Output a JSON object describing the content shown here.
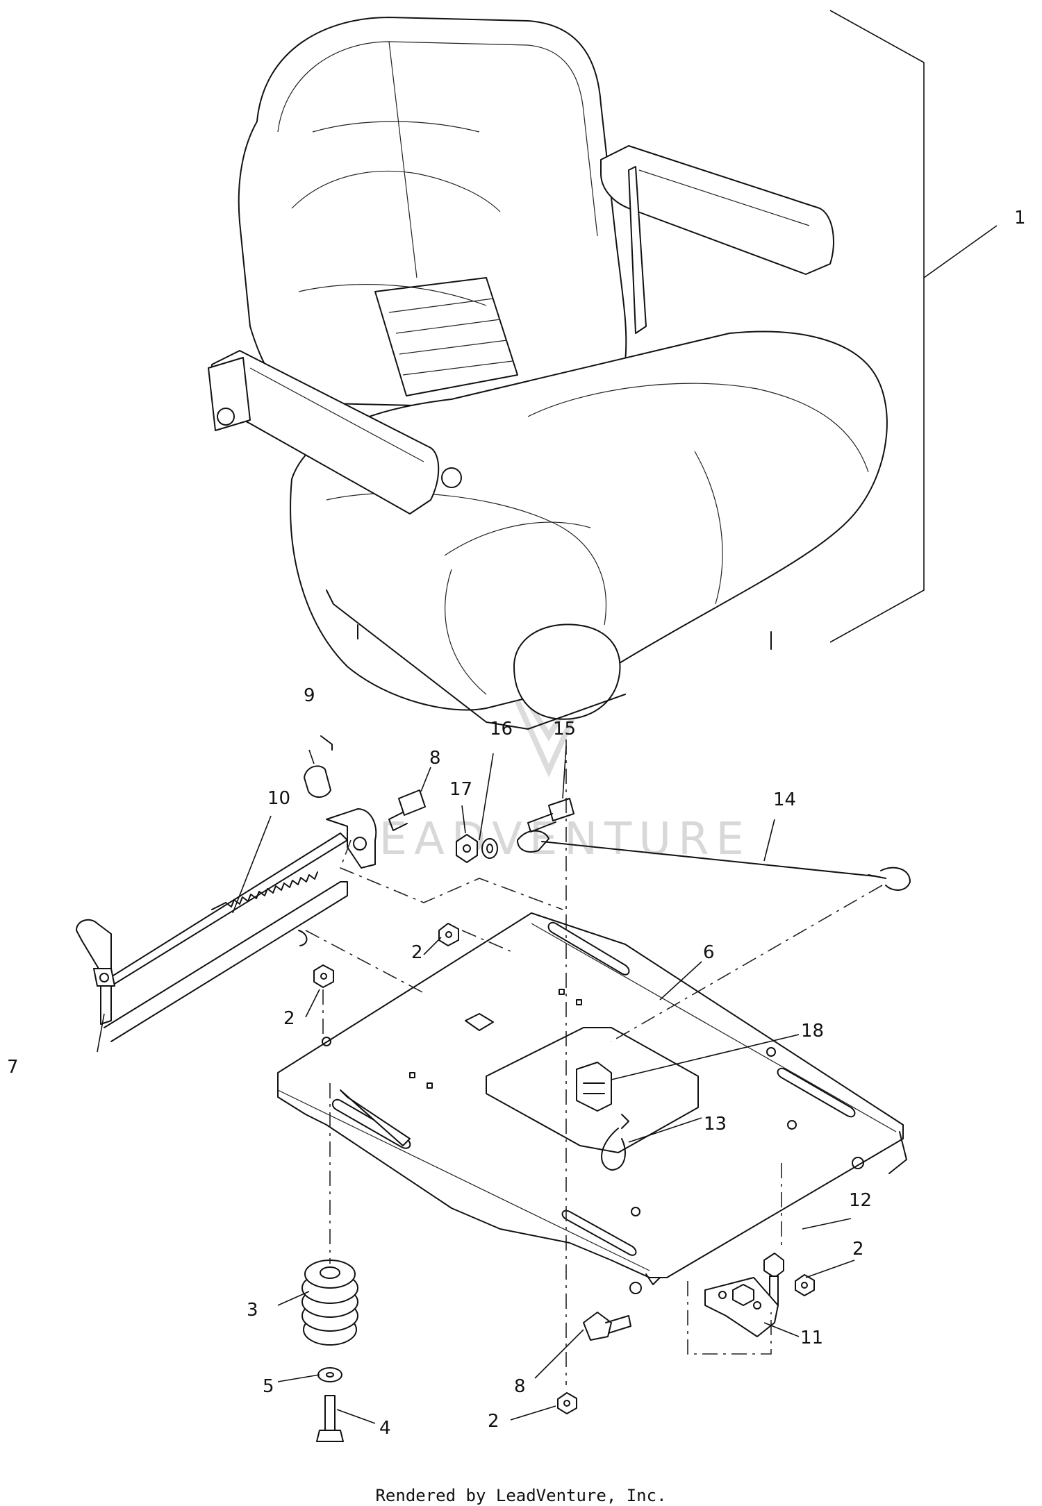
{
  "callouts": {
    "c1": "1",
    "c2a": "2",
    "c2b": "2",
    "c2c": "2",
    "c2d": "2",
    "c3": "3",
    "c4": "4",
    "c5": "5",
    "c6": "6",
    "c7": "7",
    "c8a": "8",
    "c8b": "8",
    "c9": "9",
    "c10": "10",
    "c11": "11",
    "c12": "12",
    "c13": "13",
    "c14": "14",
    "c15": "15",
    "c16": "16",
    "c17": "17",
    "c18": "18"
  },
  "watermark": "LEADVENTURE",
  "footer": "Rendered by LeadVenture, Inc."
}
